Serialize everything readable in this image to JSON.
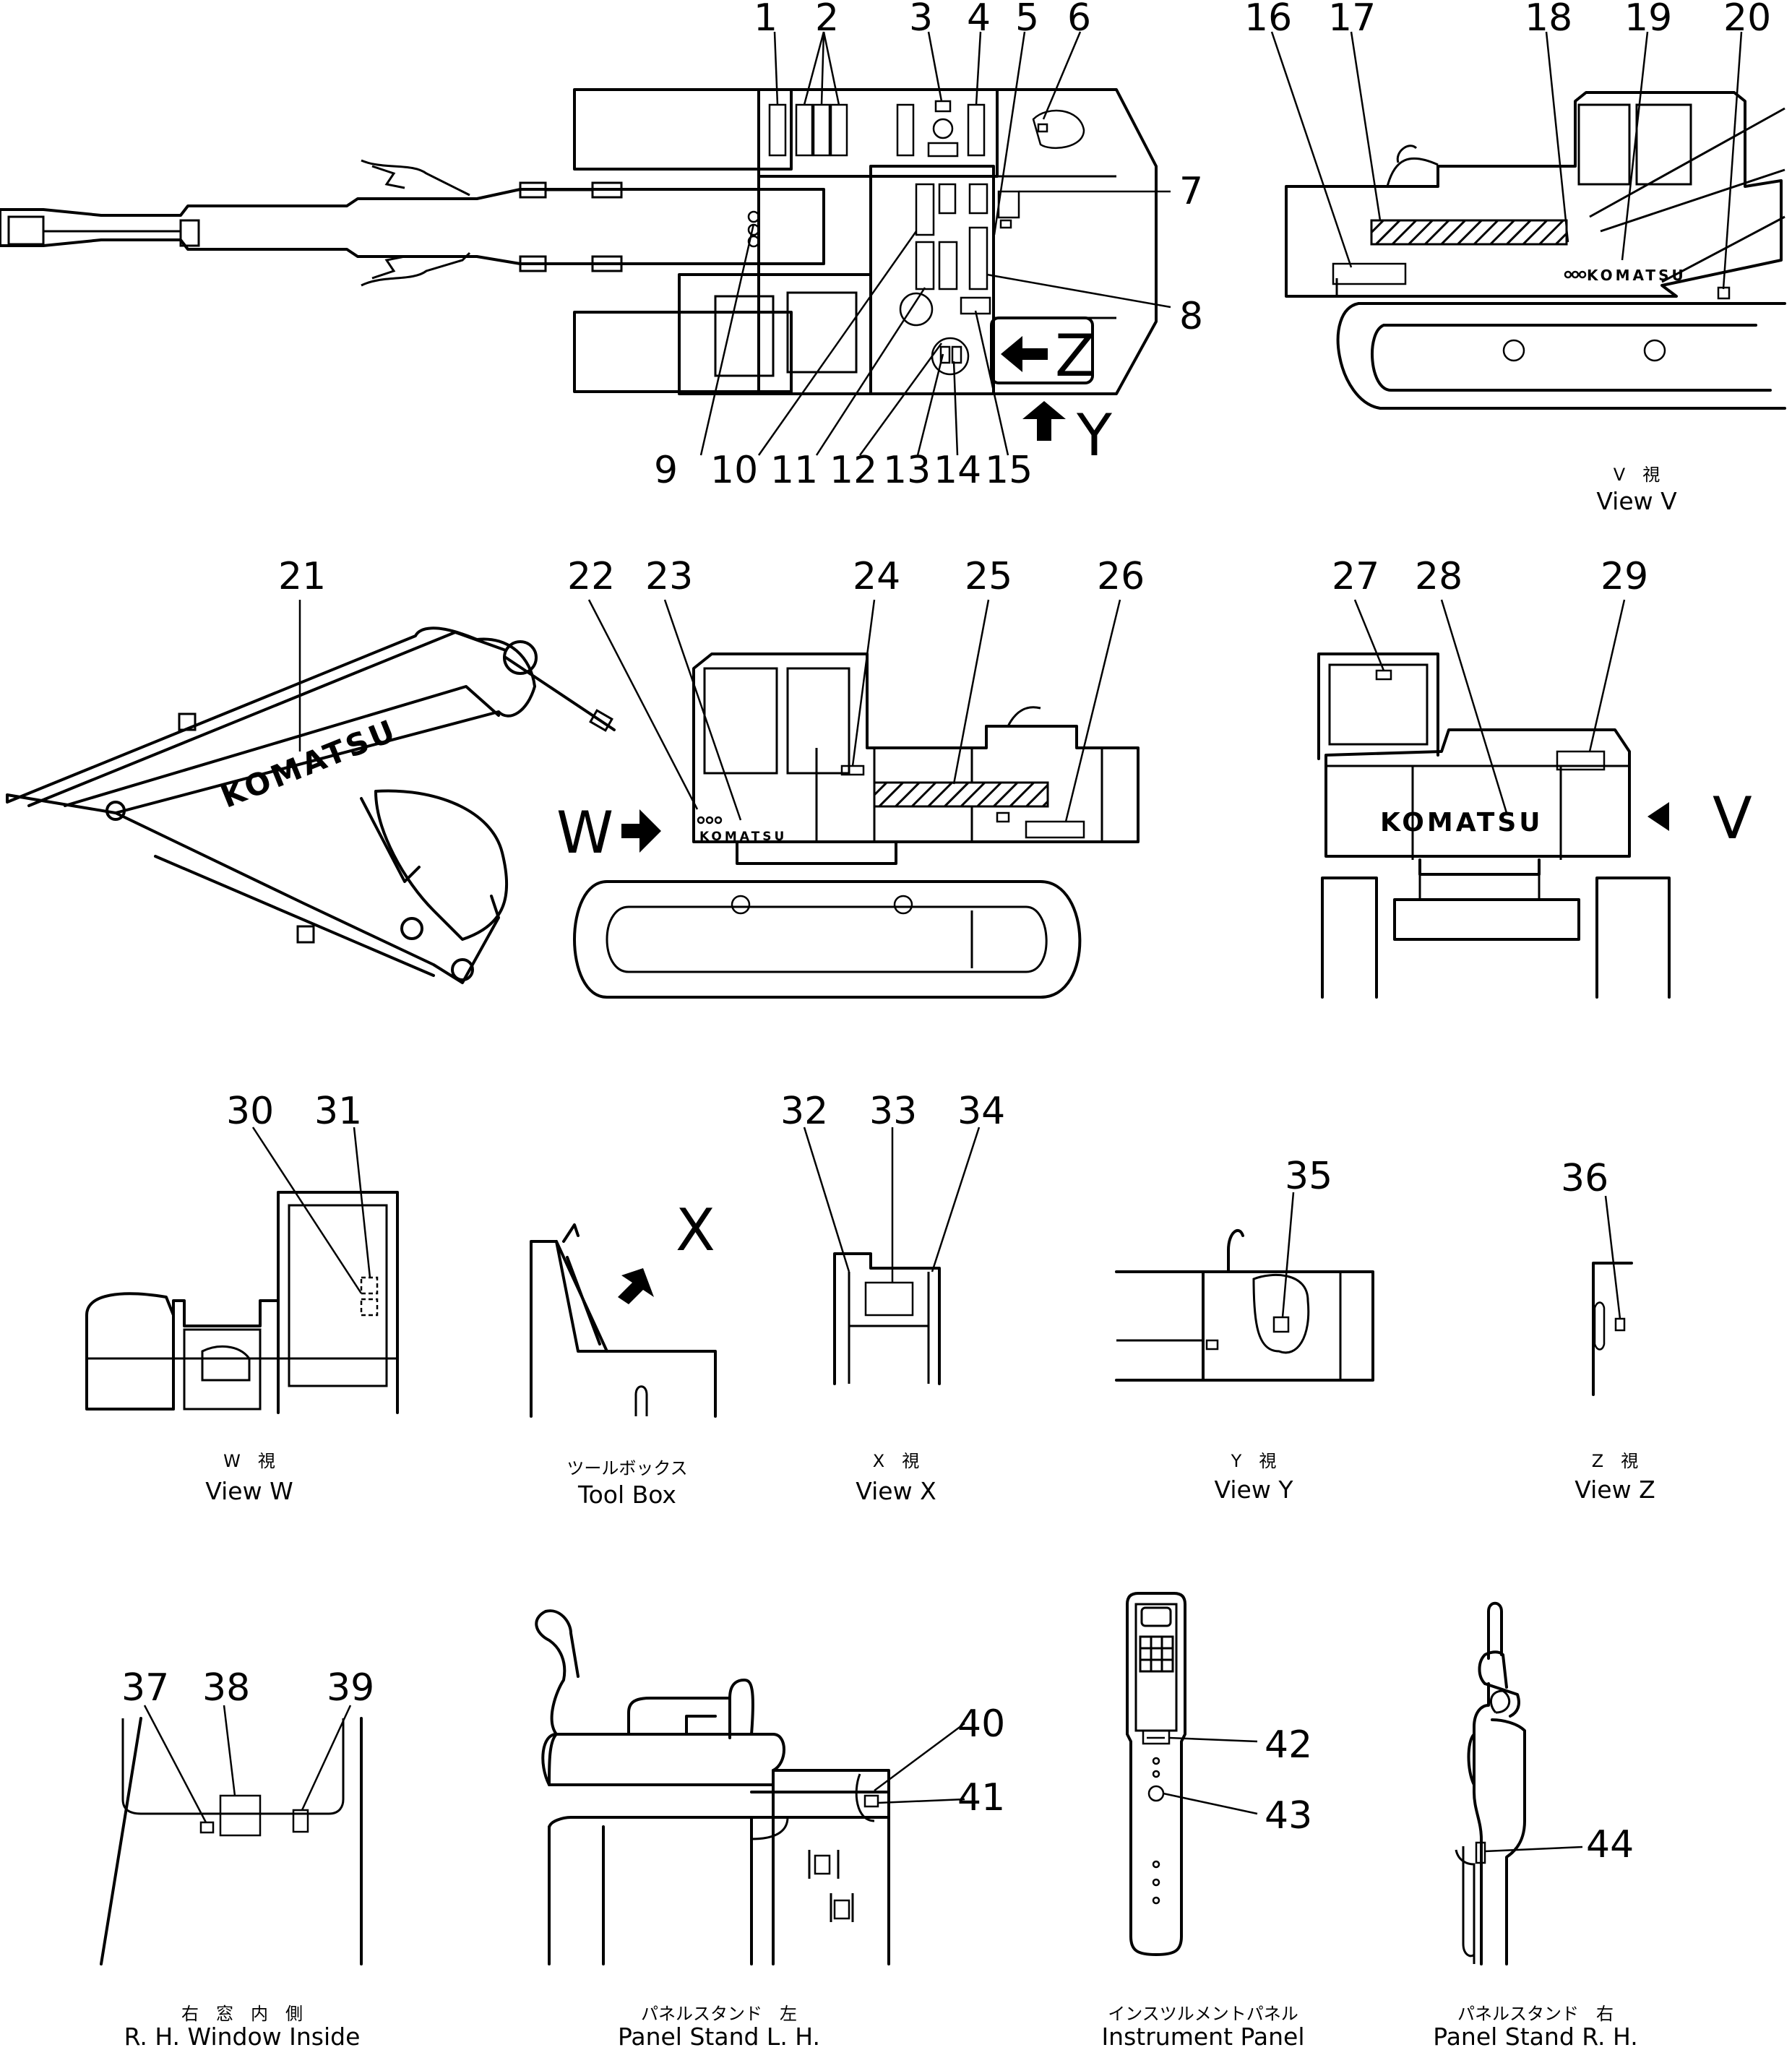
{
  "callouts": [
    "1",
    "2",
    "3",
    "4",
    "5",
    "6",
    "7",
    "8",
    "9",
    "10",
    "11",
    "12",
    "13",
    "14",
    "15",
    "16",
    "17",
    "18",
    "19",
    "20",
    "21",
    "22",
    "23",
    "24",
    "25",
    "26",
    "27",
    "28",
    "29",
    "30",
    "31",
    "32",
    "33",
    "34",
    "35",
    "36",
    "37",
    "38",
    "39",
    "40",
    "41",
    "42",
    "43",
    "44"
  ],
  "view_letters": {
    "w": "W",
    "x": "X",
    "y": "Y",
    "z": "Z",
    "v": "V"
  },
  "brand_text": "KOMATSU",
  "captions": {
    "view_v_jp": "V　視",
    "view_v_en": "View V",
    "view_w_jp": "W　視",
    "view_w_en": "View W",
    "toolbox_jp": "ツールボックス",
    "toolbox_en": "Tool Box",
    "view_x_jp": "X　視",
    "view_x_en": "View X",
    "view_y_jp": "Y　視",
    "view_y_en": "View Y",
    "view_z_jp": "Z　視",
    "view_z_en": "View Z",
    "rh_window_jp": "右　窓　内　側",
    "rh_window_en": "R. H. Window Inside",
    "panel_lh_jp": "パネルスタンド　左",
    "panel_lh_en": "Panel Stand L. H.",
    "instrument_jp": "インスツルメントパネル",
    "instrument_en": "Instrument Panel",
    "panel_rh_jp": "パネルスタンド　右",
    "panel_rh_en": "Panel Stand R. H."
  }
}
